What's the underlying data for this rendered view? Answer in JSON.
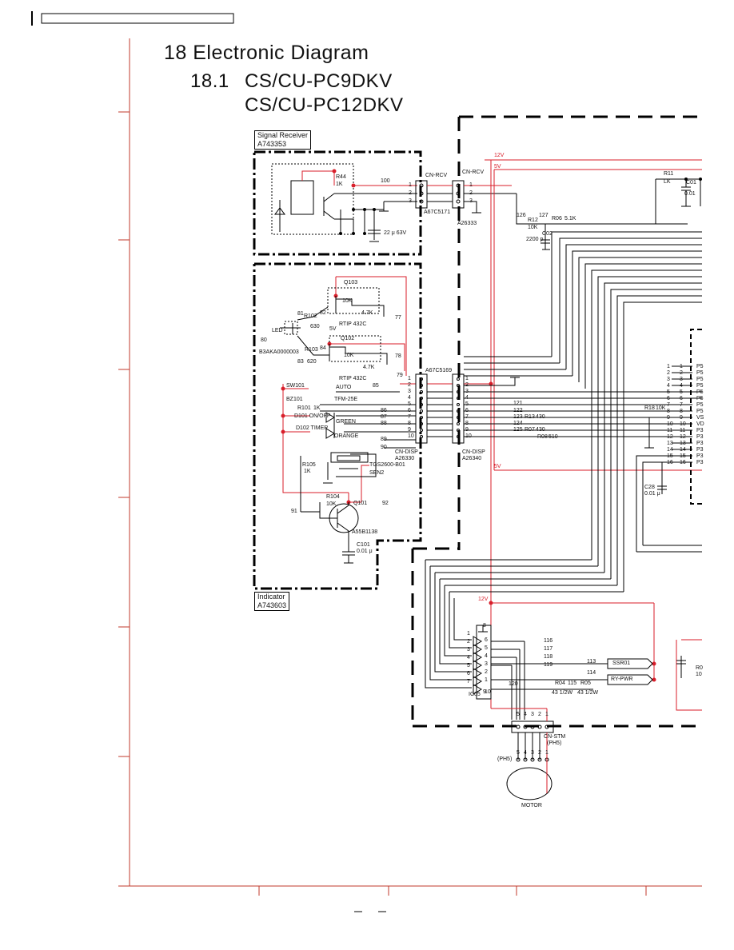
{
  "header": {
    "bar_text": ""
  },
  "title": {
    "chapter": "18 Electronic Diagram",
    "section_number": "18.1",
    "model_line_1": "CS/CU-PC9DKV",
    "model_line_2": "CS/CU-PC12DKV"
  },
  "blocks": {
    "signal_receiver": {
      "name": "Signal Receiver",
      "part": "A743353"
    },
    "indicator": {
      "name": "Indicator",
      "part": "A743603"
    }
  },
  "rails": {
    "v12": "12V",
    "v5": "5V",
    "v5_low": "5V"
  },
  "connectors": {
    "cn_rcv_left": {
      "label": "CN-RCV",
      "part": "A67C5171",
      "pins": [
        "1",
        "2",
        "3"
      ]
    },
    "cn_rcv_right": {
      "label": "CN-RCV",
      "part": "A26333",
      "pins": [
        "1",
        "2",
        "3"
      ]
    },
    "cn_disp_left": {
      "label": "CN-DISP",
      "part": "A26330",
      "top_part": "A67C5169"
    },
    "cn_disp_right": {
      "label": "CN-DISP",
      "part": "A26340"
    },
    "cn_stm": {
      "label": "CN-STM",
      "sub": "(PH5)",
      "pins": [
        "5",
        "4",
        "3",
        "2",
        "1"
      ]
    },
    "disp_pins": [
      "1",
      "2",
      "3",
      "4",
      "5",
      "6",
      "7",
      "8",
      "9",
      "10"
    ]
  },
  "components": {
    "r44": "R44",
    "r44_val": "1K",
    "r100": "100",
    "cap_sr": "22 μ 63V",
    "q103": "Q103",
    "q103_r1": "10K",
    "q103_r2": "4.7K",
    "q103_part": "RTIP 432C",
    "q102": "Q102",
    "q102_r1": "10K",
    "q102_r2": "4.7K",
    "q102_part": "RTIP 432C",
    "r102": "R102",
    "r102_val": "630",
    "r103": "R103",
    "r103_val": "620",
    "led": "LED",
    "led_part": "B3AKA0000003",
    "sw101": "SW101",
    "auto": "AUTO",
    "bz101": "BZ101",
    "bz_part": "TFM-25E",
    "r101": "R101",
    "r101_val": "1K",
    "d101": "D101 ON/OFF",
    "green": "GREEN",
    "d102": "D102 TIMER",
    "orange": "ORANGE",
    "r105": "R105",
    "r105_val": "1K",
    "sensor_part": "TGS2600-B01",
    "sen2": "SEN2",
    "r104": "R104",
    "r104_val": "10K",
    "q101": "Q101",
    "q101_part": "A55B1138",
    "c101": "C101",
    "c101_val": "0.01 μ",
    "r11": "R11",
    "r11_val": "LK",
    "c01": "C01",
    "c01_val": "0.01",
    "r12": "R12",
    "r12_val": "10K",
    "r06": "R06",
    "r06_val": "5.1K",
    "c02": "C02",
    "c02_val": "2200 p",
    "r13": "R13",
    "r13_val": "430",
    "r07": "R07",
    "r07_val": "430",
    "r08": "R08",
    "r08_val": "510",
    "r18": "R18",
    "r18_val": "10K",
    "c28": "C28",
    "c28_val": "0.01 μ",
    "ic05": "IC05",
    "ssr01": "SSR01",
    "ry_pwr": "RY-PWR",
    "r04": "R04",
    "r04_val": "43 1/2W",
    "r05": "R05",
    "r05_val": "43 1/2W",
    "motor": "MOTOR",
    "ph5": "(PH5)",
    "r0": "R0",
    "r0_val": "10"
  },
  "nodes": {
    "n126": "126",
    "n127": "127",
    "n81": "81",
    "n82": "82",
    "n83": "83",
    "n84": "84",
    "n80": "80",
    "n77": "77",
    "n78": "78",
    "n79": "79",
    "n85": "85",
    "n86": "86",
    "n87": "87",
    "n88": "88",
    "n89": "89",
    "n90": "90",
    "n91": "91",
    "n92": "92",
    "n121": "121",
    "n122": "122",
    "n123": "123",
    "n124": "124",
    "n125": "125",
    "n116": "116",
    "n117": "117",
    "n118": "118",
    "n119": "119",
    "n120": "120",
    "n113": "113",
    "n114": "114",
    "n115": "115"
  },
  "ic_pins": [
    "P5",
    "P5",
    "P5",
    "P5",
    "P5",
    "P5",
    "P5",
    "P5",
    "VS",
    "VD",
    "P3",
    "P3",
    "P3",
    "P3",
    "P3",
    "P3"
  ],
  "ic_pin_numbers": [
    "1",
    "2",
    "3",
    "4",
    "5",
    "6",
    "7",
    "8",
    "9",
    "10",
    "11",
    "12",
    "13",
    "14",
    "15",
    "16"
  ],
  "colors": {
    "red_wire": "#d81e2a",
    "black_wire": "#111111",
    "frame": "#c0392b"
  }
}
